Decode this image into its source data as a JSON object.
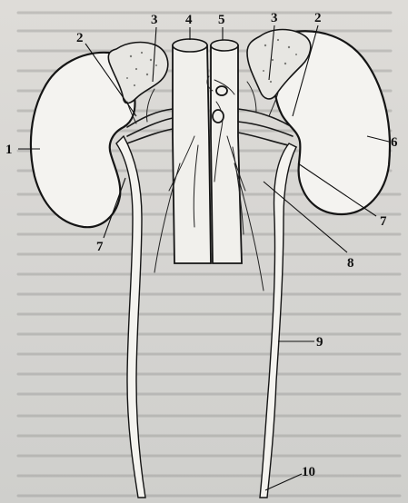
{
  "labels": {
    "l1": "1",
    "l2_left": "2",
    "l2_right": "2",
    "l3_left": "3",
    "l3_right": "3",
    "l4": "4",
    "l5": "5",
    "l6": "6",
    "l7_left": "7",
    "l7_right": "7",
    "l8": "8",
    "l9": "9",
    "l10": "10"
  }
}
